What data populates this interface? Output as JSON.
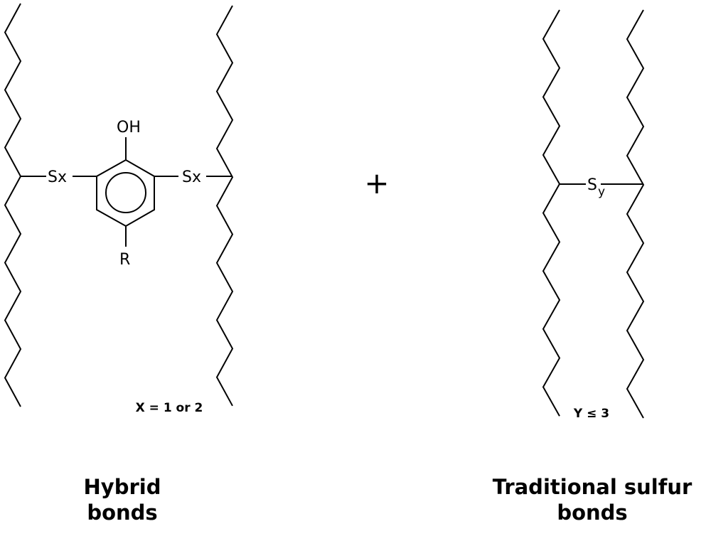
{
  "hybrid": {
    "oh": "OH",
    "r": "R",
    "sx_left": "Sx",
    "sx_right": "Sx",
    "note": "X = 1 or 2",
    "caption_line1": "Hybrid",
    "caption_line2": "bonds"
  },
  "plus": "+",
  "traditional": {
    "s": "S",
    "s_sub": "y",
    "note": "Y ≤ 3",
    "caption_line1": "Traditional sulfur",
    "caption_line2": "bonds"
  },
  "colors": {
    "stroke": "#000000",
    "background": "#ffffff"
  }
}
